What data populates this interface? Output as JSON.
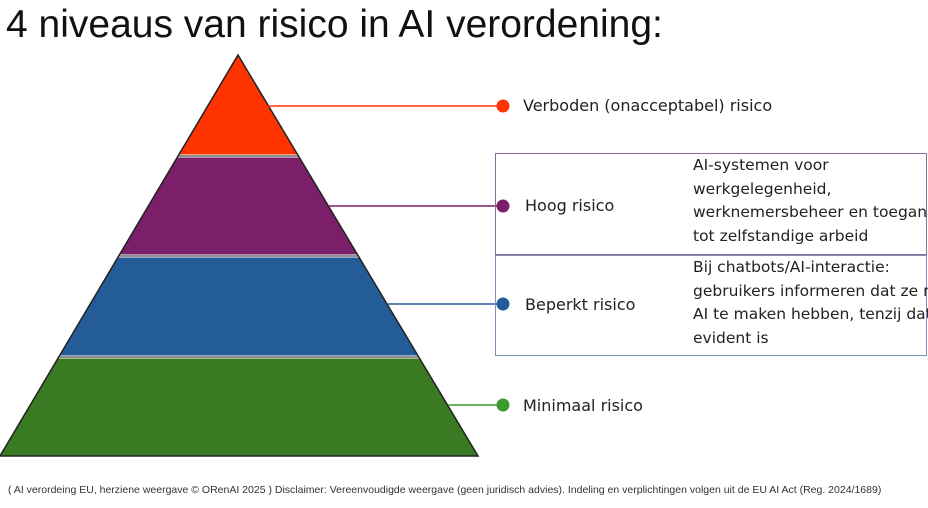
{
  "title": "4 niveaus van risico in AI verordening:",
  "levels": [
    {
      "label": "Verboden (onacceptabel) risico",
      "color": "#ff3300",
      "dot": "#ff3300"
    },
    {
      "label": "Hoog risico",
      "color": "#7b1f6a",
      "dot": "#7b1f6a",
      "description": [
        "AI-systemen voor",
        "werkgelegenheid,",
        "werknemersbeheer en toegang",
        "tot zelfstandige arbeid"
      ]
    },
    {
      "label": "Beperkt risico",
      "color": "#245c97",
      "dot": "#245c97",
      "description": [
        "Bij chatbots/AI-interactie:",
        "gebruikers informeren dat ze met",
        "AI te maken hebben, tenzij dat",
        "evident is"
      ]
    },
    {
      "label": "Minimaal risico",
      "color": "#3a7a23",
      "dot": "#3a9a2a"
    }
  ],
  "footer": "( AI verordeing EU, herziene weergave © ORenAI 2025 ) Disclaimer: Vereenvoudigde weergave (geen juridisch advies). Indeling en verplichtingen volgen uit de EU AI Act (Reg. 2024/1689)"
}
